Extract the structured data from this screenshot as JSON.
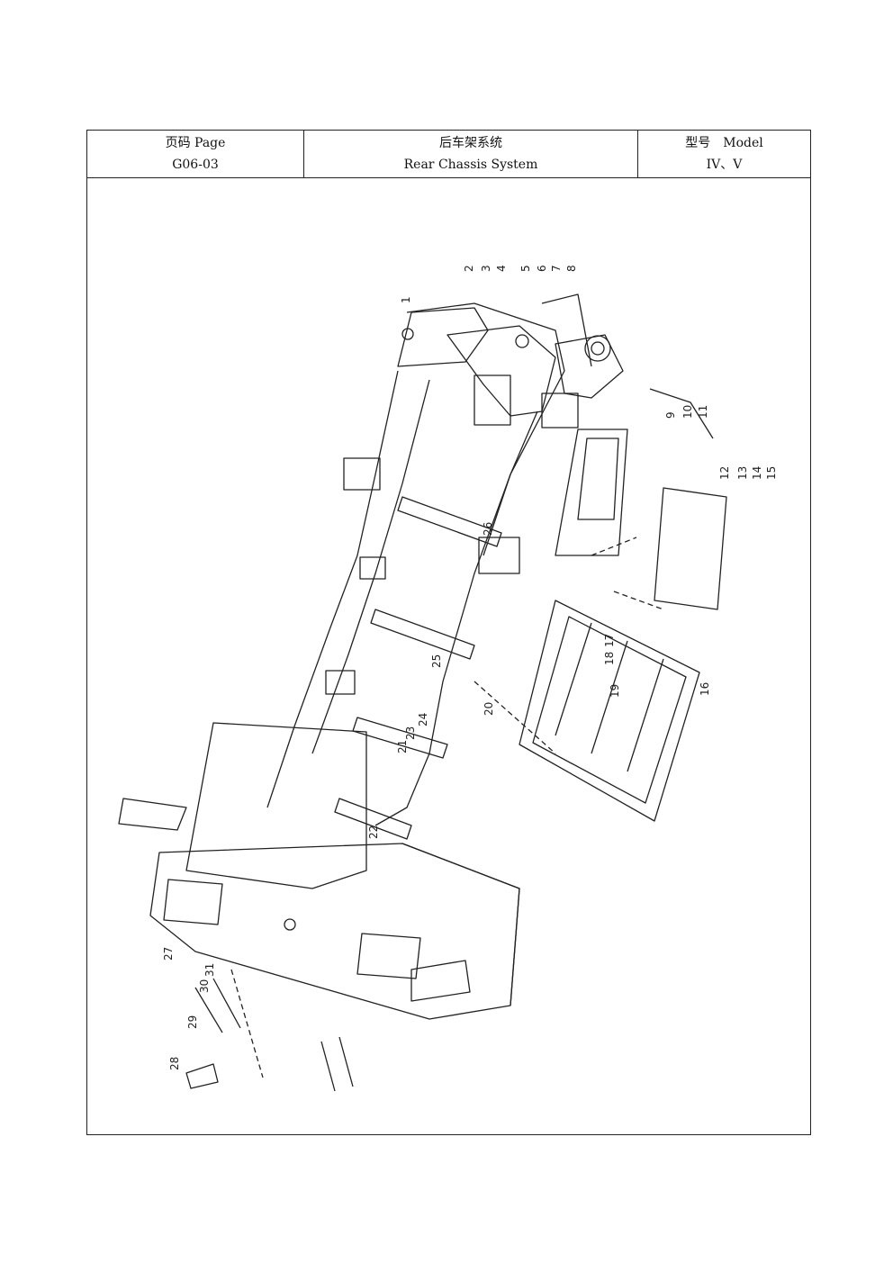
{
  "header": {
    "page_label": "页码 Page",
    "page_number": "G06-03",
    "title_cn": "后车架系统",
    "title_en": "Rear Chassis System",
    "model_label": "型号　Model",
    "model_value": "IV、V"
  },
  "callouts": [
    "1",
    "2",
    "3",
    "4",
    "5",
    "6",
    "7",
    "8",
    "9",
    "10",
    "11",
    "12",
    "13",
    "14",
    "15",
    "16",
    "17",
    "18",
    "19",
    "20",
    "21",
    "22",
    "23",
    "24",
    "25",
    "26",
    "27",
    "28",
    "29",
    "30",
    "31"
  ]
}
